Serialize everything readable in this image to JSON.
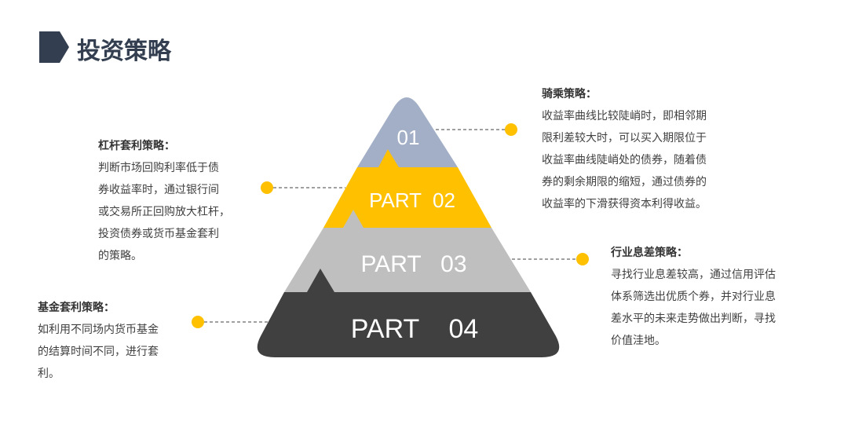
{
  "header": {
    "title": "投资策略"
  },
  "pyramid": {
    "levels": [
      {
        "label": "01",
        "color": "#A2AFC6"
      },
      {
        "label": "PART  02",
        "color": "#FFC000"
      },
      {
        "label": "PART   03",
        "color": "#BFBFBF"
      },
      {
        "label": "PART    04",
        "color": "#404040"
      }
    ],
    "accent": "#FFC000"
  },
  "strategies": {
    "riding": {
      "title": "骑乘策略：",
      "lines": [
        "收益率曲线比较陡峭时，即相邻期",
        "限利差较大时，可以买入期限位于",
        "收益率曲线陡峭处的债券，随着债",
        "券的剩余期限的缩短，通过债券的",
        "收益率的下滑获得资本利得收益。"
      ]
    },
    "leverage": {
      "title": "杠杆套利策略：",
      "lines": [
        "判断市场回购利率低于债",
        "券收益率时，通过银行间",
        "或交易所正回购放大杠杆，",
        "投资债券或货币基金套利",
        "的策略。"
      ]
    },
    "spread": {
      "title": "行业息差策略：",
      "lines": [
        "寻找行业息差较高，通过信用评估",
        "体系筛选出优质个券，并对行业息",
        "差水平的未来走势做出判断，寻找",
        "价值洼地。"
      ]
    },
    "fund": {
      "title": "基金套利策略：",
      "lines": [
        "如利用不同场内货币基金",
        "的结算时间不同，进行套",
        "利。"
      ]
    }
  }
}
